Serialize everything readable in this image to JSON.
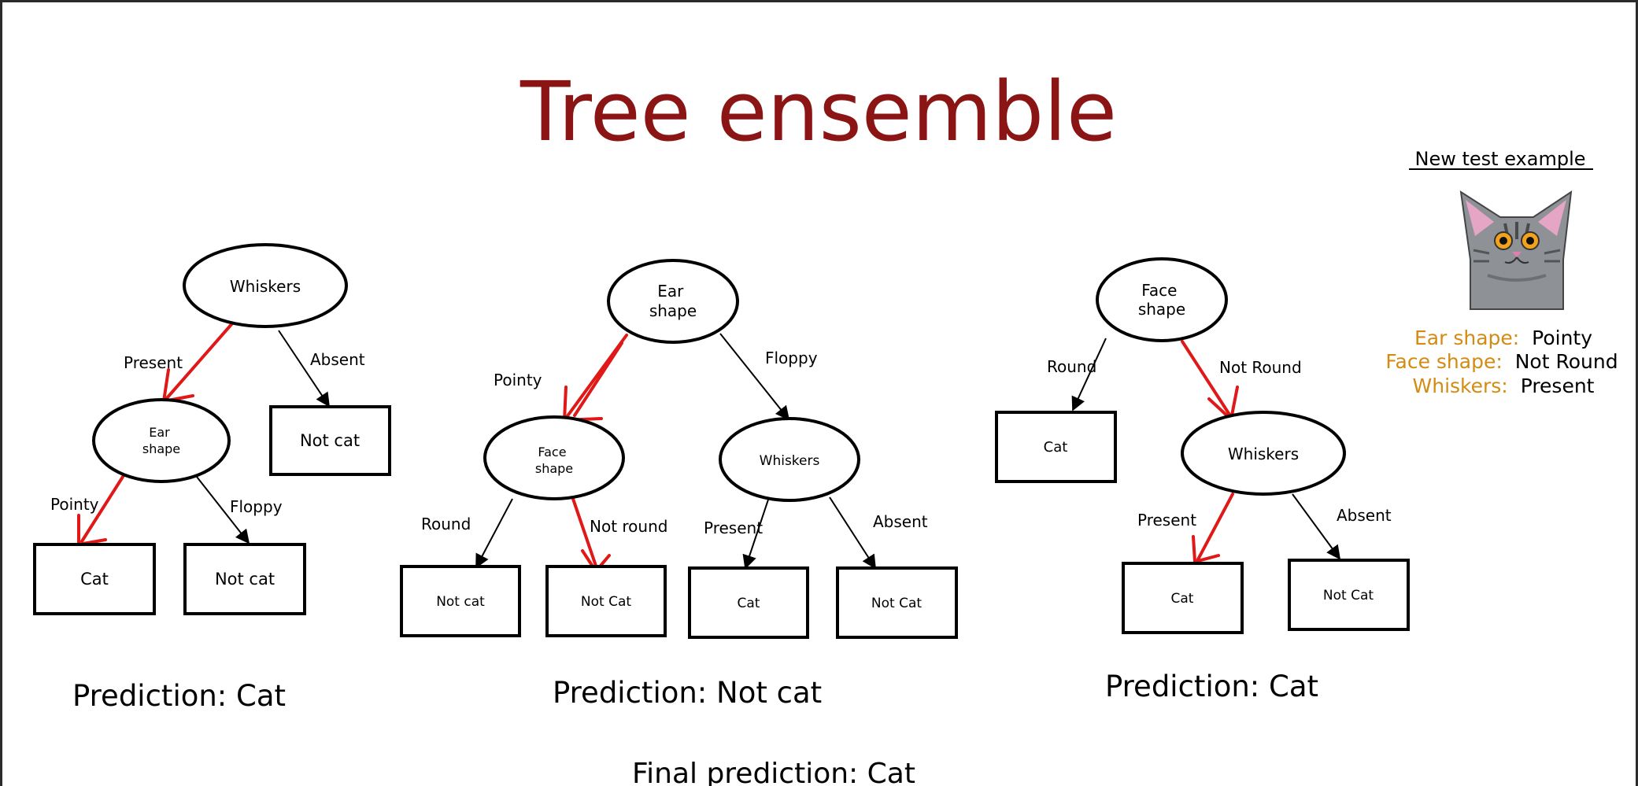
{
  "title": "Tree ensemble",
  "colors": {
    "title": "#8b1414",
    "path_highlight": "#e01818",
    "feature_label": "#d38b12",
    "ink": "#000000"
  },
  "test_example": {
    "heading": "New test example",
    "image": "cat-icon",
    "features": [
      {
        "name": "Ear shape:",
        "value": "Pointy"
      },
      {
        "name": "Face shape:",
        "value": "Not Round"
      },
      {
        "name": "Whiskers:",
        "value": "Present"
      }
    ]
  },
  "trees": [
    {
      "nodes": {
        "root": "Whiskers",
        "inner_line1": "Ear",
        "inner_line2": "shape",
        "leaf_a": "Not cat",
        "leaf_b": "Cat",
        "leaf_c": "Not cat"
      },
      "edges": {
        "root_left": "Present",
        "root_right": "Absent",
        "inner_left": "Pointy",
        "inner_right": "Floppy"
      },
      "prediction": "Prediction: Cat"
    },
    {
      "nodes": {
        "root_line1": "Ear",
        "root_line2": "shape",
        "left_line1": "Face",
        "left_line2": "shape",
        "right": "Whiskers",
        "leaf_a": "Not cat",
        "leaf_b": "Not Cat",
        "leaf_c": "Cat",
        "leaf_d": "Not Cat"
      },
      "edges": {
        "root_left": "Pointy",
        "root_right": "Floppy",
        "left_left": "Round",
        "left_right": "Not round",
        "right_left": "Present",
        "right_right": "Absent"
      },
      "prediction": "Prediction: Not cat"
    },
    {
      "nodes": {
        "root_line1": "Face",
        "root_line2": "shape",
        "leaf_a": "Cat",
        "inner": "Whiskers",
        "leaf_b": "Cat",
        "leaf_c": "Not Cat"
      },
      "edges": {
        "root_left": "Round",
        "root_right": "Not Round",
        "inner_left": "Present",
        "inner_right": "Absent"
      },
      "prediction": "Prediction: Cat"
    }
  ],
  "final_prediction": "Final prediction: Cat"
}
